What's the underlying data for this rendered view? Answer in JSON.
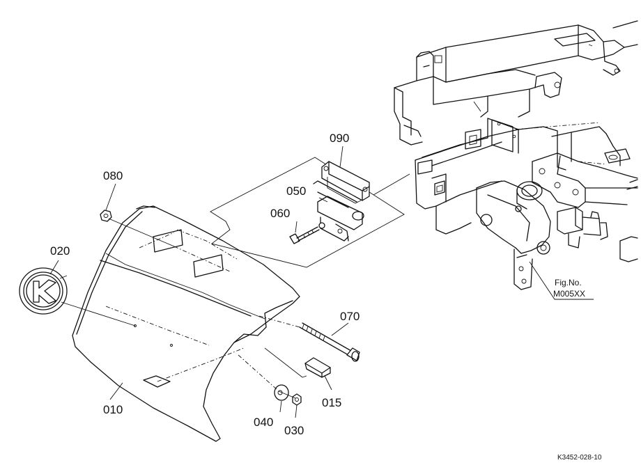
{
  "parts": [
    {
      "id": "p010",
      "number": "010"
    },
    {
      "id": "p015",
      "number": "015"
    },
    {
      "id": "p020",
      "number": "020"
    },
    {
      "id": "p030",
      "number": "030"
    },
    {
      "id": "p040",
      "number": "040"
    },
    {
      "id": "p050",
      "number": "050"
    },
    {
      "id": "p060",
      "number": "060"
    },
    {
      "id": "p070",
      "number": "070"
    },
    {
      "id": "p080",
      "number": "080"
    },
    {
      "id": "p090",
      "number": "090"
    }
  ],
  "fig_ref": {
    "line1": "Fig.No.",
    "line2": "M005XX"
  },
  "drawing_code": "K3452-028-10"
}
